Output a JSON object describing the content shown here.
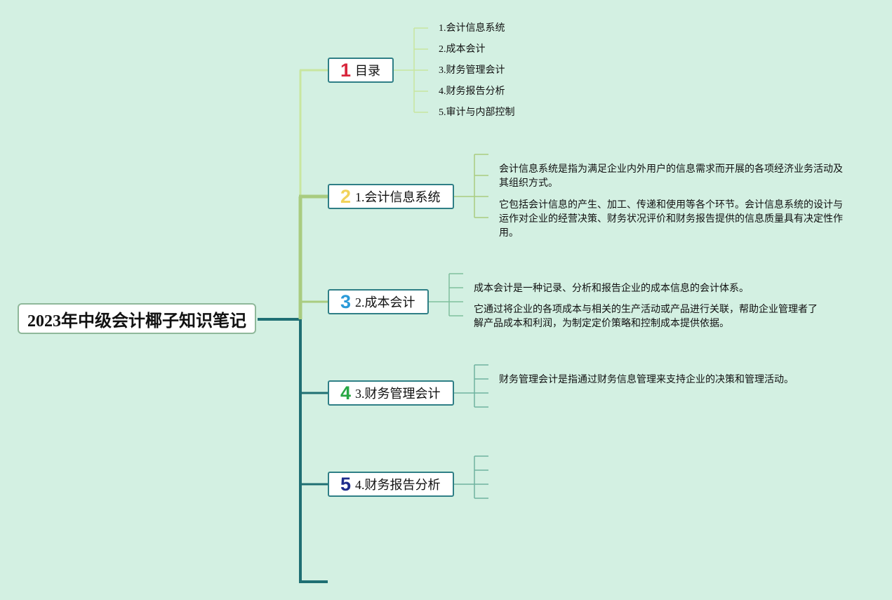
{
  "root": {
    "title": "2023年中级会计椰子知识笔记"
  },
  "colors": {
    "background": "#d3f0e2",
    "branch_main": "#1f6f73",
    "branch_light": "#c8e6a0",
    "branch_mid": "#a9cc80",
    "num1": "#d8263c",
    "num2": "#f1d35a",
    "num3": "#2a9ad8",
    "num4": "#28a744",
    "num5": "#1e2c8c"
  },
  "branches": [
    {
      "number": "1",
      "label": "目录",
      "items": [
        "1.会计信息系统",
        "2.成本会计",
        "3.财务管理会计",
        "4.财务报告分析",
        "5.审计与内部控制"
      ]
    },
    {
      "number": "2",
      "label": "1.会计信息系统",
      "paragraphs": [
        "会计信息系统是指为满足企业内外用户的信息需求而开展的各项经济业务活动及其组织方式。",
        "它包括会计信息的产生、加工、传递和使用等各个环节。会计信息系统的设计与运作对企业的经营决策、财务状况评价和财务报告提供的信息质量具有决定性作用。"
      ]
    },
    {
      "number": "3",
      "label": "2.成本会计",
      "paragraphs": [
        "成本会计是一种记录、分析和报告企业的成本信息的会计体系。",
        "它通过将企业的各项成本与相关的生产活动或产品进行关联，帮助企业管理者了解产品成本和利润，为制定定价策略和控制成本提供依据。"
      ]
    },
    {
      "number": "4",
      "label": "3.财务管理会计",
      "paragraphs": [
        "财务管理会计是指通过财务信息管理来支持企业的决策和管理活动。"
      ]
    },
    {
      "number": "5",
      "label": "4.财务报告分析",
      "paragraphs": []
    }
  ]
}
